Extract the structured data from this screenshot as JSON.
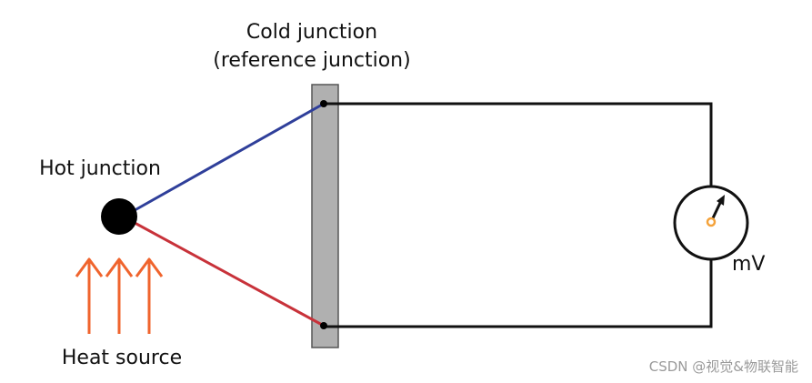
{
  "labels": {
    "cold_junction_line1": "Cold junction",
    "cold_junction_line2": "(reference junction)",
    "hot_junction": "Hot junction",
    "heat_source": "Heat source",
    "meter_unit": "mV",
    "watermark": "CSDN @视觉&物联智能"
  },
  "colors": {
    "wire_a": "#2f3f9a",
    "wire_b": "#c8323a",
    "circuit_wire": "#111111",
    "reference_block_fill": "#b0b0b0",
    "reference_block_stroke": "#555555",
    "heat_arrows": "#f0642d",
    "meter_needle_pivot": "#f4a23a",
    "hot_junction_fill": "#000000"
  },
  "icons": {
    "heat": "upward-arrow-icon",
    "meter": "millivoltmeter-icon"
  }
}
